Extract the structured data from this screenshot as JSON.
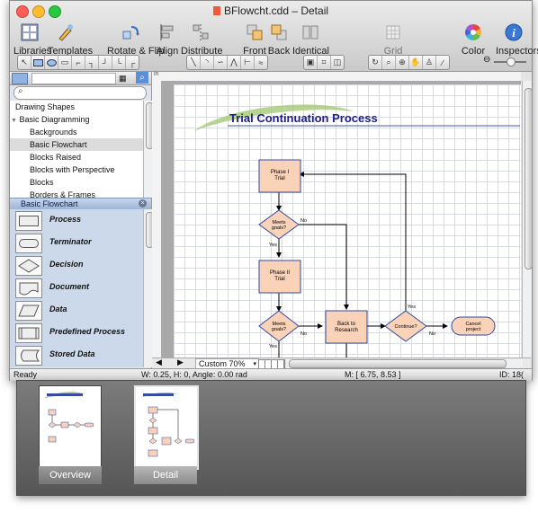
{
  "window": {
    "title": "BFlowcht.cdd – Detail"
  },
  "toolbar": {
    "items": [
      {
        "label": "Libraries",
        "icon": "libraries-icon"
      },
      {
        "label": "Templates",
        "icon": "templates-icon"
      },
      {
        "label": "Rotate & Flip",
        "icon": "rotate-flip-icon"
      },
      {
        "label": "Align",
        "icon": "align-icon"
      },
      {
        "label": "Distribute",
        "icon": "distribute-icon"
      },
      {
        "label": "Front",
        "icon": "front-icon"
      },
      {
        "label": "Back",
        "icon": "back-icon"
      },
      {
        "label": "Identical",
        "icon": "identical-icon"
      },
      {
        "label": "Grid",
        "icon": "grid-icon"
      },
      {
        "label": "Color",
        "icon": "color-wheel-icon"
      },
      {
        "label": "Inspectors",
        "icon": "inspectors-icon"
      }
    ]
  },
  "libraries": {
    "items": [
      "Drawing Shapes",
      "Basic Diagramming",
      "Backgrounds",
      "Basic Flowchart",
      "Blocks Raised",
      "Blocks with Perspective",
      "Blocks",
      "Borders & Frames"
    ],
    "selected": "Basic Flowchart"
  },
  "palette": {
    "title": "Basic Flowchart",
    "items": [
      "Process",
      "Terminator",
      "Decision",
      "Document",
      "Data",
      "Predefined Process",
      "Stored Data"
    ]
  },
  "diagram": {
    "title": "Trial Continuation Process",
    "shapes": {
      "phase1": "Phase I\nTrial",
      "goals1": "Meets\ngoals?",
      "phase2": "Phase II\nTrial",
      "goals2": "Meets\ngoals?",
      "research": "Back to\nResearch",
      "continue": "Continue?",
      "cancel": "Cancel\nproject"
    },
    "edge_labels": {
      "no1": "No",
      "yes1": "Yes",
      "no2": "No",
      "yes2": "Yes",
      "yes3": "Yes",
      "no3": "No"
    }
  },
  "zoom": {
    "value": "Custom 70%"
  },
  "status": {
    "state": "Ready",
    "metrics": "W: 0.25,  H: 0,  Angle: 0.00 rad",
    "mouse": "M: [ 6.75, 8.53 ]",
    "id": "ID: 18("
  },
  "drawer": {
    "pages": [
      {
        "label": "Overview",
        "selected": false
      },
      {
        "label": "Detail",
        "selected": true
      }
    ]
  },
  "colors": {
    "accent_blue": "#3060c0",
    "process_fill": "#f9d2b8",
    "shape_border": "#3049a6",
    "title_color": "#1d1d8c",
    "swoosh": "#9fc26d"
  }
}
